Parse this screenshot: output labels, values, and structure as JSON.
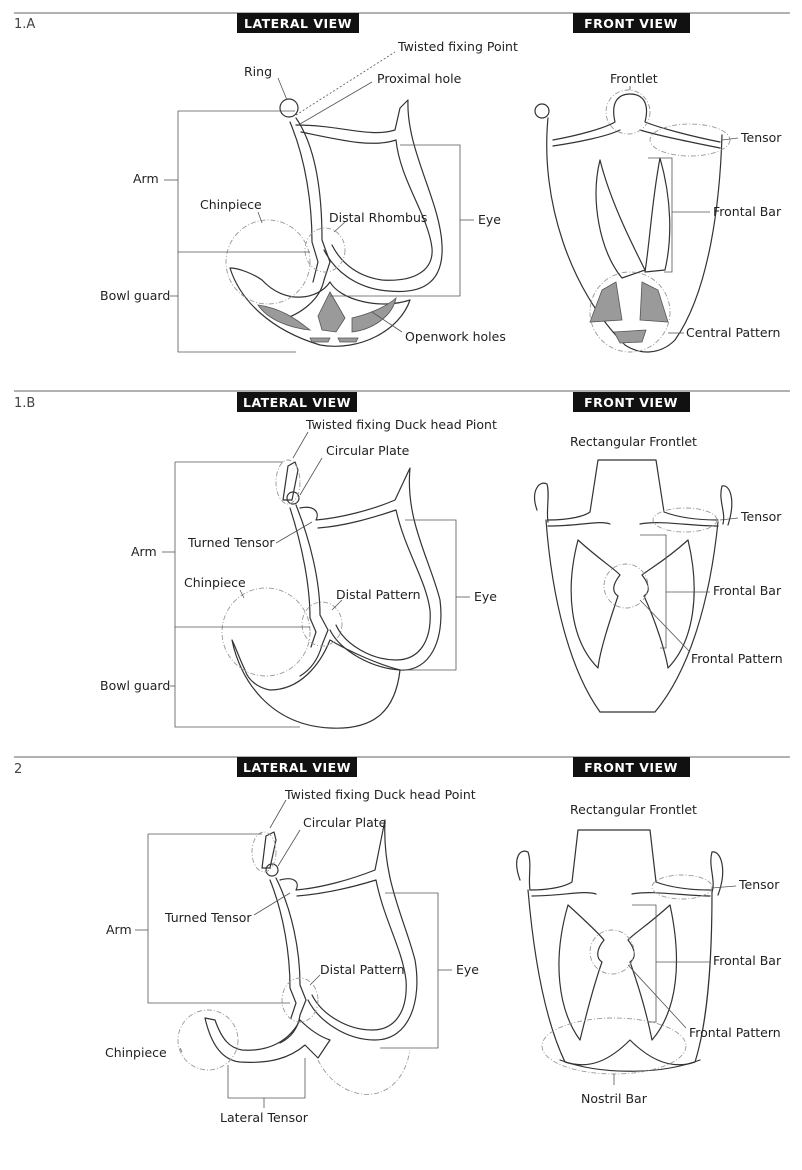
{
  "sections": [
    {
      "number": "1.A",
      "lateral_title": "LATERAL VIEW",
      "front_title": "FRONT VIEW",
      "lateral_labels": {
        "twisted": "Twisted fixing Point",
        "ring": "Ring",
        "proximal": "Proximal hole",
        "arm": "Arm",
        "chinpiece": "Chinpiece",
        "distal": "Distal Rhombus",
        "eye": "Eye",
        "bowl": "Bowl guard",
        "openwork": "Openwork holes"
      },
      "front_labels": {
        "frontlet": "Frontlet",
        "tensor": "Tensor",
        "frontal_bar": "Frontal Bar",
        "central": "Central Pattern"
      }
    },
    {
      "number": "1.B",
      "lateral_title": "LATERAL VIEW",
      "front_title": "FRONT VIEW",
      "lateral_labels": {
        "twisted": "Twisted fixing Duck head Piont",
        "circular": "Circular Plate",
        "turned": "Turned Tensor",
        "arm": "Arm",
        "chinpiece": "Chinpiece",
        "distal": "Distal Pattern",
        "eye": "Eye",
        "bowl": "Bowl guard"
      },
      "front_labels": {
        "frontlet": "Rectangular Frontlet",
        "tensor": "Tensor",
        "frontal_bar": "Frontal Bar",
        "frontal_pattern": "Frontal Pattern"
      }
    },
    {
      "number": "2",
      "lateral_title": "LATERAL VIEW",
      "front_title": "FRONT VIEW",
      "lateral_labels": {
        "twisted": "Twisted fixing Duck head Point",
        "circular": "Circular Plate",
        "turned": "Turned Tensor",
        "arm": "Arm",
        "distal": "Distal Pattern",
        "eye": "Eye",
        "chinpiece": "Chinpiece",
        "lateral_tensor": "Lateral Tensor"
      },
      "front_labels": {
        "frontlet": "Rectangular Frontlet",
        "tensor": "Tensor",
        "frontal_bar": "Frontal Bar",
        "frontal_pattern": "Frontal Pattern",
        "nostril": "Nostril Bar"
      }
    }
  ]
}
